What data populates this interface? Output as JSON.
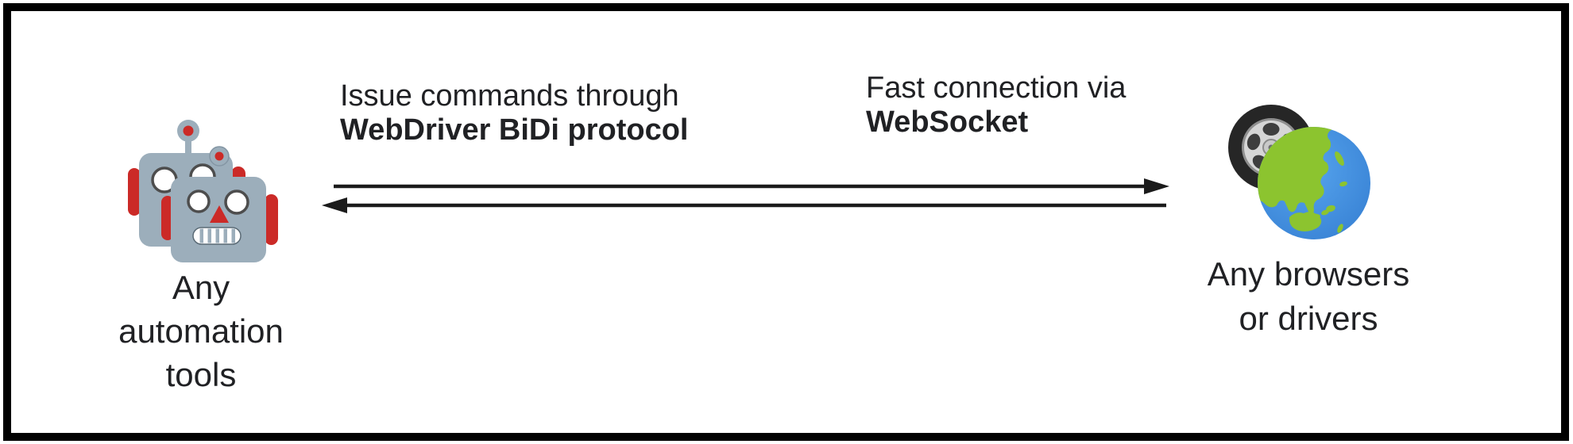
{
  "diagram": {
    "description_left_to_right": true
  },
  "left_node": {
    "icon": "robots-icon",
    "lines": [
      "Any",
      "automation",
      "tools"
    ],
    "label": "Any automation tools"
  },
  "right_node": {
    "icon": "globe-with-tire-icon",
    "lines": [
      "Any browsers",
      "or drivers"
    ],
    "label": "Any browsers or drivers"
  },
  "annotations": {
    "command": {
      "line1": "Issue commands through",
      "line2": "WebDriver BiDi protocol"
    },
    "connection": {
      "line1": "Fast connection via",
      "line2": "WebSocket"
    }
  },
  "arrows": {
    "top_direction": "right",
    "bottom_direction": "left"
  },
  "colors": {
    "background": "#ffffff",
    "border": "#000000",
    "text": "#202124",
    "arrow": "#1b1b1b",
    "robot_body": "#9caebb",
    "robot_accent": "#cb2a27",
    "globe_ocean_light": "#57a5ee",
    "globe_ocean_dark": "#3a84d6",
    "globe_land": "#8cc42f",
    "tire": "#262626",
    "rim": "#d6d6d6"
  }
}
